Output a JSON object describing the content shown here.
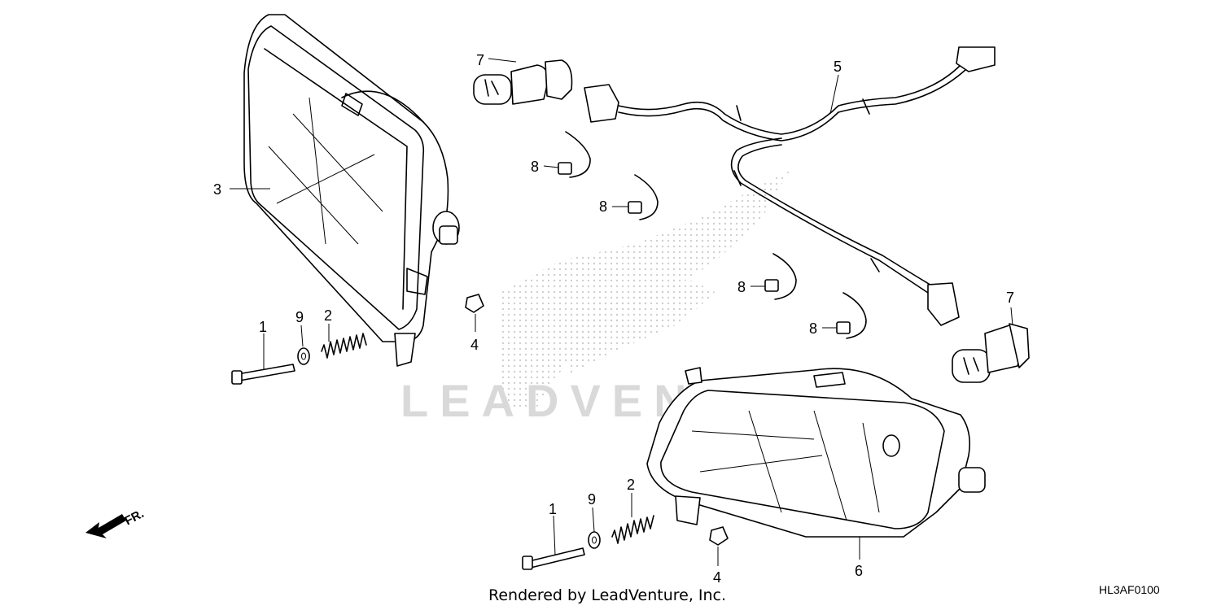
{
  "diagram": {
    "callouts": {
      "bolt_left": "1",
      "spring_left": "2",
      "headlight_left": "3",
      "nut_left": "4",
      "harness": "5",
      "headlight_right": "6",
      "socket_top": "7",
      "clip_a": "8",
      "clip_b": "8",
      "clip_c": "8",
      "clip_d": "8",
      "washer_left": "9",
      "bolt_right": "1",
      "spring_right": "2",
      "washer_right": "9",
      "nut_right": "4",
      "socket_right": "7"
    },
    "direction_label": "FR.",
    "footer": "Rendered by LeadVenture, Inc.",
    "diagram_code": "HL3AF0100",
    "watermark": "LEADVENTURE"
  },
  "colors": {
    "ink": "#000000",
    "watermark": "#d9d9d9",
    "background": "#ffffff"
  }
}
